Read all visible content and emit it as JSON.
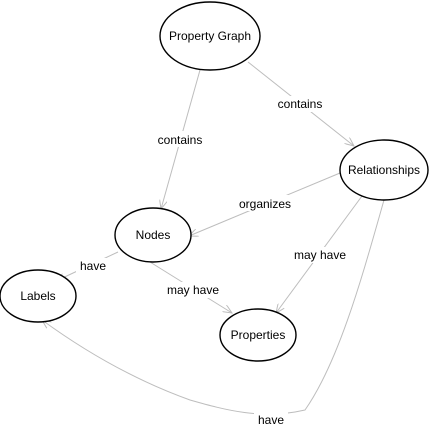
{
  "colors": {
    "node_fill": "#ffffff",
    "node_stroke": "#000000",
    "edge": "#bdbdbd",
    "text": "#000000",
    "background": "#ffffff"
  },
  "nodes": {
    "property_graph": "Property Graph",
    "relationships": "Relationships",
    "nodes": "Nodes",
    "labels": "Labels",
    "properties": "Properties"
  },
  "edges": {
    "graph_contains_nodes": "contains",
    "graph_contains_relationships": "contains",
    "relationships_organizes_nodes": "organizes",
    "nodes_have_labels": "have",
    "nodes_may_have_properties": "may have",
    "relationships_may_have_properties": "may have",
    "relationships_have_labels": "have"
  }
}
